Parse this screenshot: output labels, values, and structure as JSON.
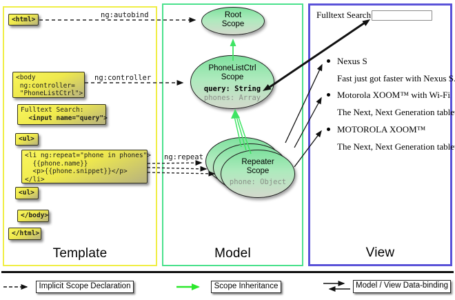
{
  "template": {
    "section_label": "Template",
    "boxes": {
      "html_open": "<html>",
      "body_open": "<body\n ng:controller=\n \"PhoneListCtrl\">",
      "fulltext_line1": "Fulltext Search:",
      "fulltext_line2": "  <input name=\"query\">",
      "ul_open": "<ul>",
      "li_repeat": "<li ng:repeat=\"phone in phones\">\n  {{phone.name}}\n  <p>{{phone.snippet}}</p>\n</li>",
      "ul_close": "<ul>",
      "body_close": "</body>",
      "html_close": "</html>"
    }
  },
  "model": {
    "section_label": "Model",
    "root_scope": {
      "title": "Root\nScope"
    },
    "phonelistctrl_scope": {
      "title": "PhoneListCtrl\nScope",
      "prop_query": "query: String",
      "prop_phones": "phones: Array"
    },
    "repeater_scope": {
      "title": "Repeater\nScope",
      "prop_phone": "phone: Object"
    }
  },
  "view": {
    "section_label": "View",
    "fulltext_label": "Fulltext Search:",
    "search_value": "",
    "items": [
      {
        "title": "Nexus S",
        "desc": "Fast just got faster with Nexus S."
      },
      {
        "title": "Motorola XOOM™ with Wi-Fi",
        "desc": "The Next, Next Generation tablet."
      },
      {
        "title": "MOTOROLA XOOM™",
        "desc": "The Next, Next Generation tablet."
      }
    ]
  },
  "edge_labels": {
    "autobind": "ng:autobind",
    "controller": "ng:controller",
    "repeat": "ng:repeat"
  },
  "legend": {
    "implicit": "Implicit Scope Declaration",
    "inheritance": "Scope Inheritance",
    "databinding": "Model / View Data-binding"
  },
  "colors": {
    "template_border": "#f0ee46",
    "model_border": "#4ae18c",
    "view_border": "#5a52d8",
    "scope_inheritance_green": "#3fe464",
    "legend_green": "#2ce82c",
    "arrow_black": "#111111",
    "codebox_yellow_top": "#f9f65c",
    "codebox_yellow_bottom": "#b7b27e",
    "ellipse_green_top": "#7fe19e",
    "ellipse_gray_bottom": "#d3d9cc"
  }
}
